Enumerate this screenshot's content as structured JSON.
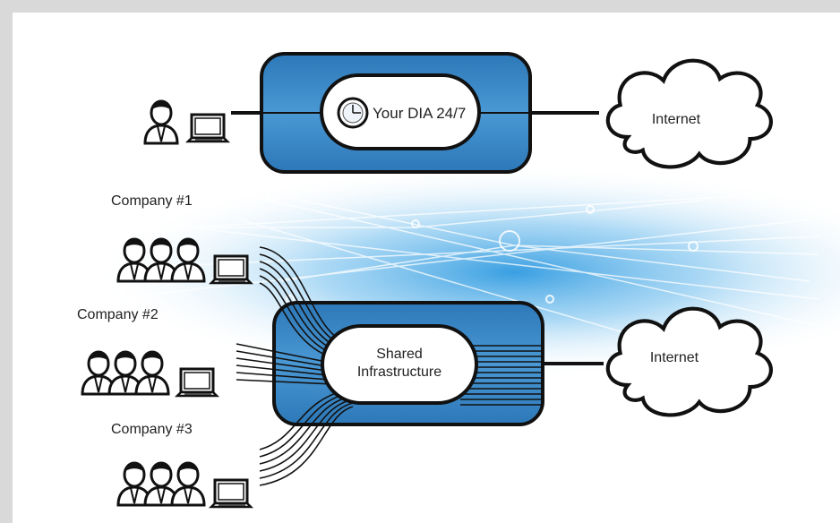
{
  "diagram": {
    "dedicated": {
      "label": "Your DIA 24/7",
      "internet_label": "Internet",
      "clock_icon": "clock-icon"
    },
    "shared": {
      "label_line1": "Shared",
      "label_line2": "Infrastructure",
      "internet_label": "Internet"
    },
    "companies": [
      {
        "label": "Company #1"
      },
      {
        "label": "Company #2"
      },
      {
        "label": "Company #3"
      }
    ],
    "colors": {
      "pipe_blue": "#3a86c4",
      "pipe_light": "#6aaee0",
      "stroke": "#111111",
      "glow": "#5fb6ec"
    },
    "icons": [
      "user-icon",
      "laptop-icon",
      "cloud-icon",
      "clock-icon"
    ]
  }
}
